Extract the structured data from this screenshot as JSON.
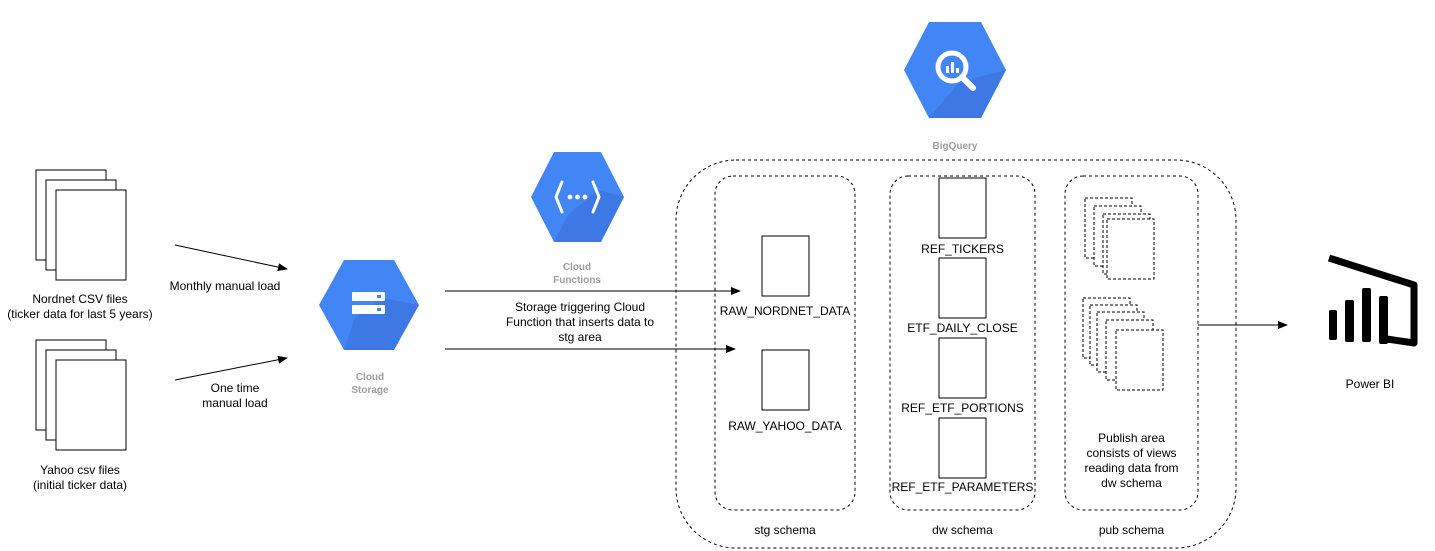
{
  "sources": {
    "nordnet": {
      "label": "Nordnet CSV files\n(ticker data for last 5 years)"
    },
    "yahoo": {
      "label": "Yahoo csv files\n(initial ticker data)"
    }
  },
  "loads": {
    "monthly": "Monthly manual load",
    "one_time": "One time\nmanual load"
  },
  "services": {
    "storage": "Cloud\nStorage",
    "functions": "Cloud\nFunctions",
    "bigquery": "BigQuery",
    "powerbi": "Power BI"
  },
  "trigger_note": "Storage triggering Cloud\nFunction that inserts data to\nstg area",
  "schemas": {
    "stg": {
      "label": "stg schema",
      "tables": [
        "RAW_NORDNET_DATA",
        "RAW_YAHOO_DATA"
      ]
    },
    "dw": {
      "label": "dw schema",
      "tables": [
        "REF_TICKERS",
        "ETF_DAILY_CLOSE",
        "REF_ETF_PORTIONS",
        "REF_ETF_PARAMETERS"
      ]
    },
    "pub": {
      "label": "pub schema",
      "note": "Publish area\nconsists of views\nreading data from\ndw schema"
    }
  },
  "colors": {
    "gcp_blue": "#4285f4",
    "gcp_blue_dark": "#3b6fd8",
    "gcp_label": "#9e9e9e"
  }
}
